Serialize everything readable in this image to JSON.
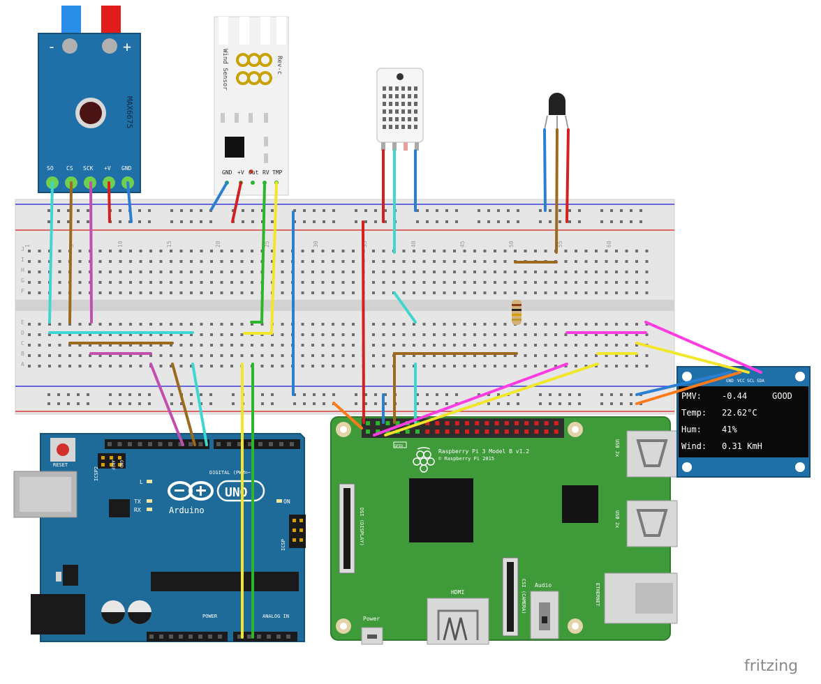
{
  "thermocouple": {
    "label": "MAX6675",
    "minus": "-",
    "plus": "+",
    "pins": [
      "SO",
      "CS",
      "SCK",
      "+V",
      "GND"
    ]
  },
  "wind_sensor": {
    "title": "Wind Sensor",
    "rev": "Rev-c",
    "pins": [
      "GND",
      "+V",
      "Out",
      "RV",
      "TMP"
    ]
  },
  "breadboard": {
    "col_labels": [
      "1",
      "5",
      "10",
      "15",
      "20",
      "25",
      "30",
      "35",
      "40",
      "45",
      "50",
      "55",
      "60"
    ],
    "row_labels_top": [
      "J",
      "I",
      "H",
      "G",
      "F"
    ],
    "row_labels_bottom": [
      "E",
      "D",
      "C",
      "B",
      "A"
    ]
  },
  "oled": {
    "pins": [
      "GND",
      "VCC",
      "SCL",
      "SDA"
    ],
    "lines": [
      {
        "label": "PMV:",
        "value": "-0.44",
        "extra": "GOOD"
      },
      {
        "label": "Temp:",
        "value": "22.62°C",
        "extra": ""
      },
      {
        "label": "Hum:",
        "value": "41%",
        "extra": ""
      },
      {
        "label": "Wind:",
        "value": "0.31 KmH",
        "extra": ""
      }
    ]
  },
  "arduino": {
    "reset": "RESET",
    "icsp2": "ICSP2",
    "icsp": "ICSP",
    "logo": "UNO",
    "brand": "Arduino",
    "digital": "DIGITAL (PWM=~)",
    "power": "POWER",
    "analog": "ANALOG IN",
    "led_l": "L",
    "led_tx": "TX",
    "led_rx": "RX",
    "on": "ON",
    "aref": "AREF",
    "gnd": "GND"
  },
  "raspberry": {
    "title": "Raspberry Pi 3 Model B v1.2",
    "copyright": "© Raspberry Pi 2015",
    "gpio_label": "GPIO",
    "usb1": "USB 2x",
    "usb2": "USB 2x",
    "ethernet": "ETHERNET",
    "hdmi": "HDMI",
    "audio": "Audio",
    "power": "Power",
    "dsi": "DSI (DISPLAY)",
    "csi": "CSI (CAMERA)"
  },
  "watermark": "fritzing",
  "colors": {
    "board_blue": "#1f6fa8",
    "arduino_blue": "#1e6b9a",
    "pi_green": "#3f9a3a",
    "wire_cyan": "#3fd6cf",
    "wire_brown": "#9b6a1e",
    "wire_magenta": "#c04fb0",
    "wire_red": "#d42020",
    "wire_blue": "#2a7fd0",
    "wire_yellow": "#f2e62a",
    "wire_green": "#2db52d",
    "wire_pink": "#ff3de0",
    "wire_orange": "#ff7a1a"
  }
}
